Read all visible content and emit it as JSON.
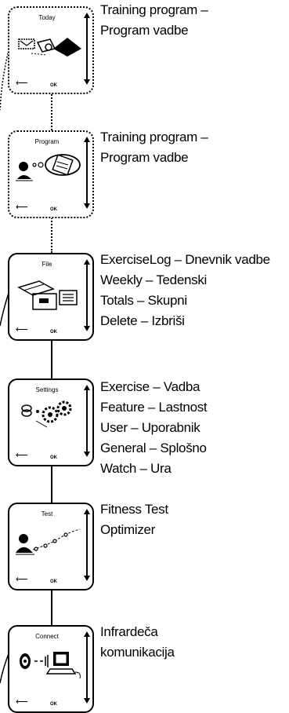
{
  "screens": [
    {
      "title": "Today",
      "ok": "OK",
      "back_icon": "back-arrow-icon",
      "lines": [
        "Training program –",
        "Program vadbe"
      ]
    },
    {
      "title": "Program",
      "ok": "OK",
      "back_icon": "back-arrow-icon",
      "lines": [
        "Training program –",
        "Program vadbe"
      ]
    },
    {
      "title": "File",
      "ok": "OK",
      "back_icon": "back-arrow-icon",
      "lines": [
        "ExerciseLog – Dnevnik vadbe",
        "Weekly – Tedenski",
        "Totals – Skupni",
        "Delete – Izbriši"
      ]
    },
    {
      "title": "Settings",
      "ok": "OK",
      "back_icon": "back-arrow-icon",
      "lines": [
        "Exercise – Vadba",
        "Feature – Lastnost",
        "User – Uporabnik",
        "General – Splošno",
        "Watch – Ura"
      ]
    },
    {
      "title": "Test",
      "ok": "OK",
      "back_icon": "back-arrow-icon",
      "lines": [
        "Fitness Test",
        "Optimizer"
      ]
    },
    {
      "title": "Connect",
      "ok": "OK",
      "back_icon": "back-arrow-icon",
      "lines": [
        "Infrardeča",
        "komunikacija"
      ]
    }
  ]
}
